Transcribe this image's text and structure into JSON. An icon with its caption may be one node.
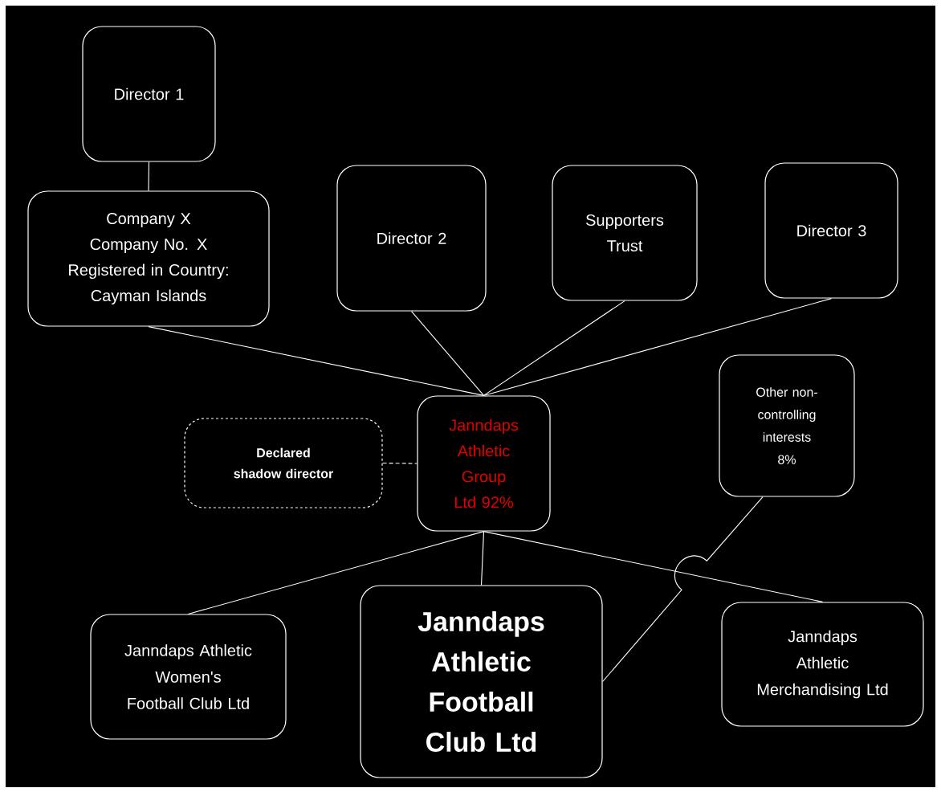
{
  "diagram": {
    "nodes": [
      {
        "text": [
          "Director 1"
        ]
      },
      {
        "text": [
          "Company X Company No. X Registered in Country: Cayman Islands"
        ]
      },
      {
        "text": [
          "Director 2"
        ]
      },
      {
        "text": [
          "Supporters Trust"
        ]
      },
      {
        "text": [
          "Director 3"
        ]
      },
      {
        "text": [
          "Other non-controlling interests 8%"
        ]
      },
      {
        "text": [
          "Declared shadow director"
        ]
      },
      {
        "text": [
          "Janndaps Athletic Group Ltd 92%"
        ]
      },
      {
        "text": [
          "Janndaps Athletic Women's Football Club Ltd"
        ]
      },
      {
        "text": [
          "Janndaps Athletic Football Club Ltd"
        ]
      },
      {
        "text": [
          "Janndaps Athletic Merchandising Ltd"
        ]
      }
    ],
    "edges": [
      {
        "from": 0,
        "to": 1,
        "arrow": "none"
      },
      {
        "from": 1,
        "to": 7,
        "arrow": "none"
      },
      {
        "from": 2,
        "to": 7,
        "arrow": "none"
      },
      {
        "from": 3,
        "to": 7,
        "arrow": "none"
      },
      {
        "from": 4,
        "to": 7,
        "arrow": "none"
      },
      {
        "from": 6,
        "to": 7,
        "arrow": "none",
        "style": "dashed"
      },
      {
        "from": 7,
        "to": 8,
        "arrow": "none"
      },
      {
        "from": 7,
        "to": 9,
        "arrow": "none"
      },
      {
        "from": 7,
        "to": 10,
        "arrow": "none"
      },
      {
        "from": 5,
        "to": 9,
        "arrow": "none"
      }
    ]
  }
}
